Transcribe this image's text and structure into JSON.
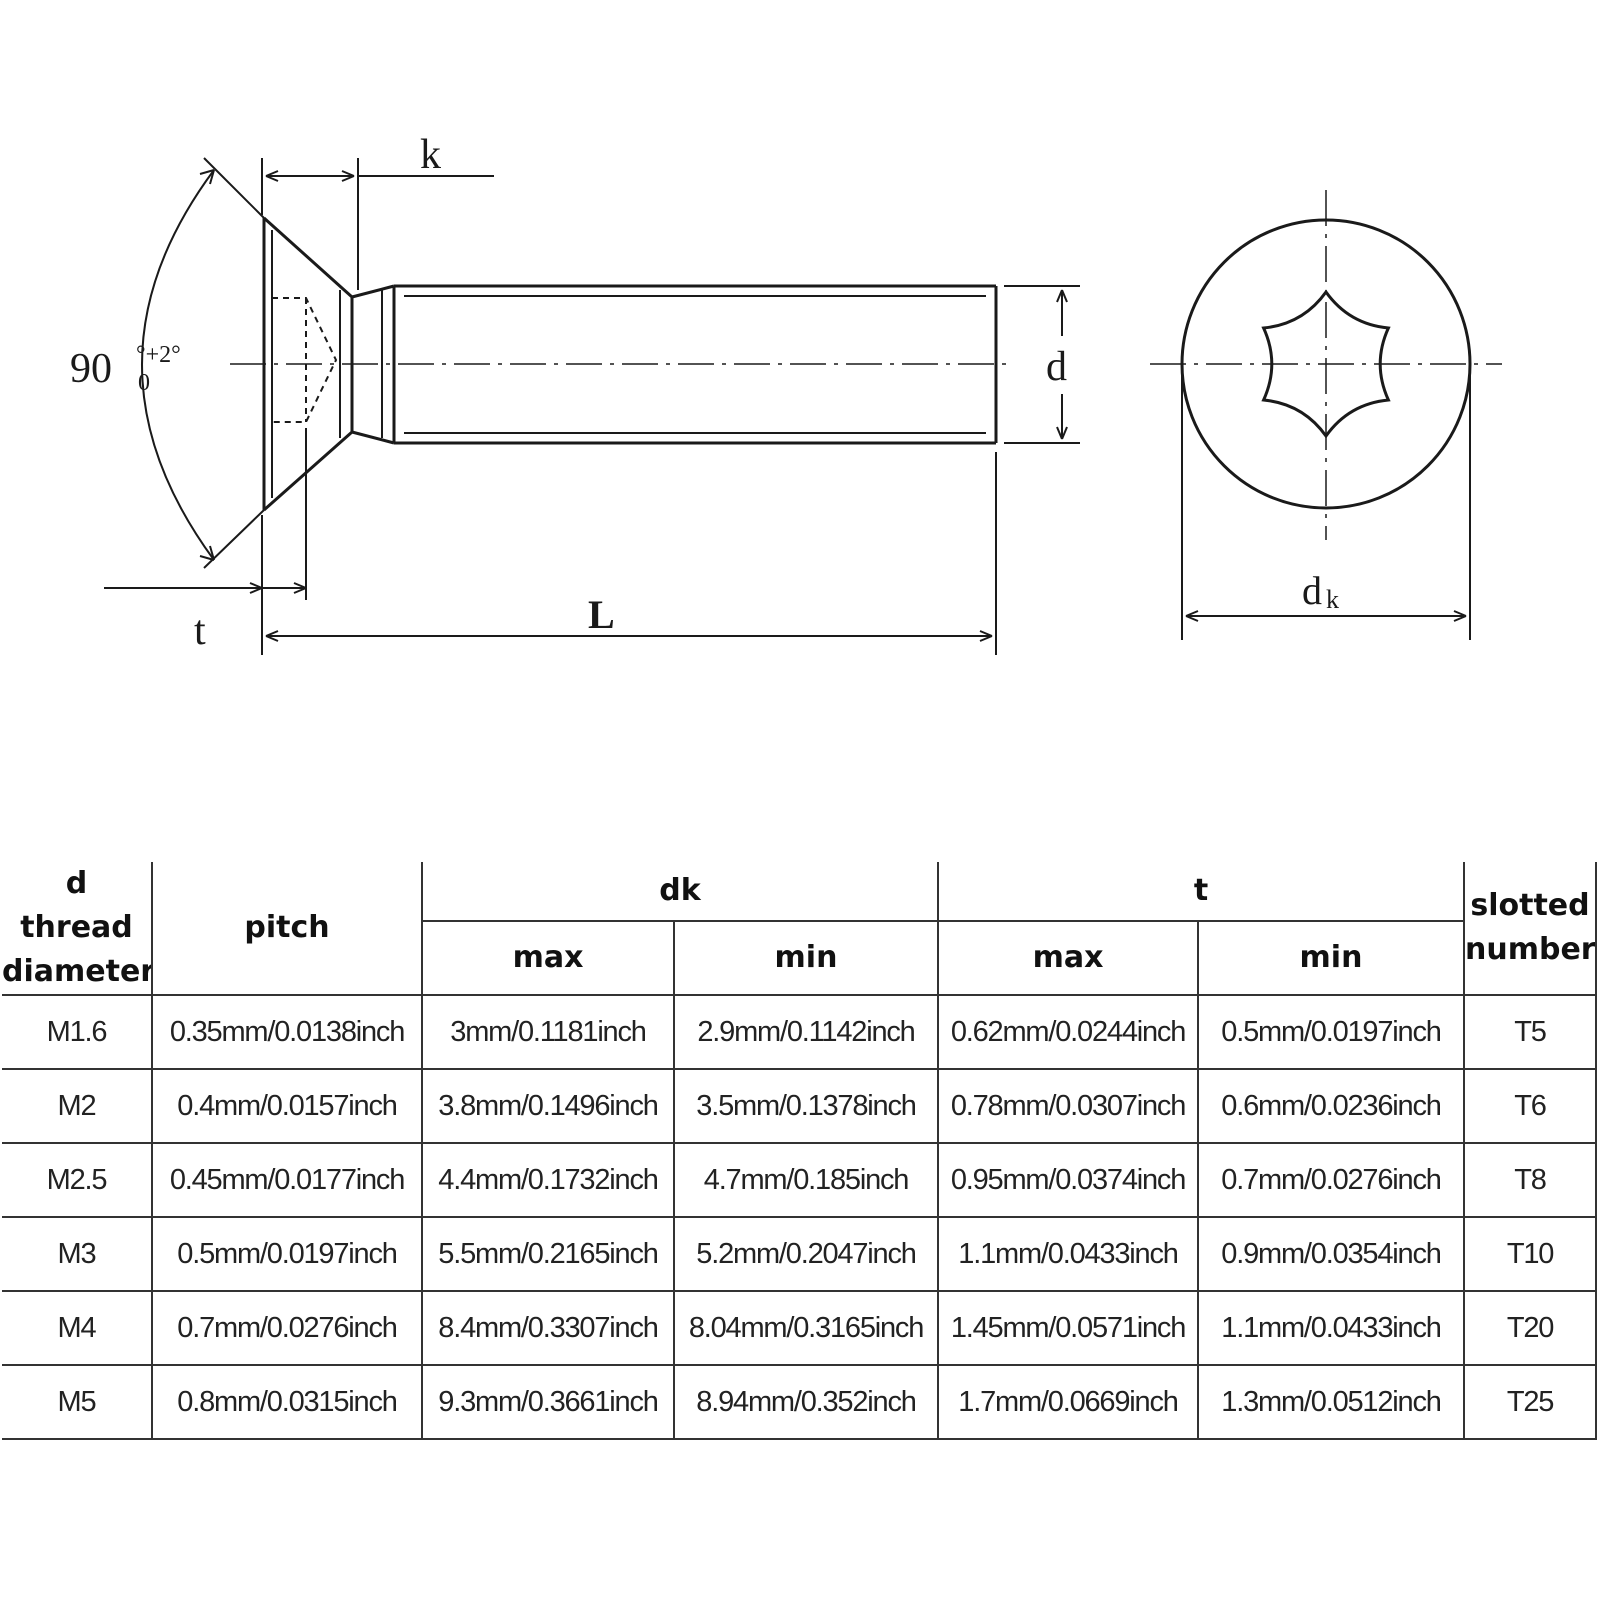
{
  "drawing": {
    "labels": {
      "angle_main": "90",
      "angle_sup": "°+2°",
      "angle_sub": "0",
      "k": "k",
      "d": "d",
      "t": "t",
      "L": "L",
      "dk_main": "d",
      "dk_sub": "k"
    }
  },
  "table": {
    "headers": {
      "d": [
        "d",
        "thread",
        "diameter"
      ],
      "pitch": "pitch",
      "dk": "dk",
      "t": "t",
      "slotted": [
        "slotted",
        "number"
      ],
      "max": "max",
      "min": "min"
    },
    "rows": [
      [
        "M1.6",
        "0.35mm/0.0138inch",
        "3mm/0.1181inch",
        "2.9mm/0.1142inch",
        "0.62mm/0.0244inch",
        "0.5mm/0.0197inch",
        "T5"
      ],
      [
        "M2",
        "0.4mm/0.0157inch",
        "3.8mm/0.1496inch",
        "3.5mm/0.1378inch",
        "0.78mm/0.0307inch",
        "0.6mm/0.0236inch",
        "T6"
      ],
      [
        "M2.5",
        "0.45mm/0.0177inch",
        "4.4mm/0.1732inch",
        "4.7mm/0.185inch",
        "0.95mm/0.0374inch",
        "0.7mm/0.0276inch",
        "T8"
      ],
      [
        "M3",
        "0.5mm/0.0197inch",
        "5.5mm/0.2165inch",
        "5.2mm/0.2047inch",
        "1.1mm/0.0433inch",
        "0.9mm/0.0354inch",
        "T10"
      ],
      [
        "M4",
        "0.7mm/0.0276inch",
        "8.4mm/0.3307inch",
        "8.04mm/0.3165inch",
        "1.45mm/0.0571inch",
        "1.1mm/0.0433inch",
        "T20"
      ],
      [
        "M5",
        "0.8mm/0.0315inch",
        "9.3mm/0.3661inch",
        "8.94mm/0.352inch",
        "1.7mm/0.0669inch",
        "1.3mm/0.0512inch",
        "T25"
      ]
    ]
  }
}
